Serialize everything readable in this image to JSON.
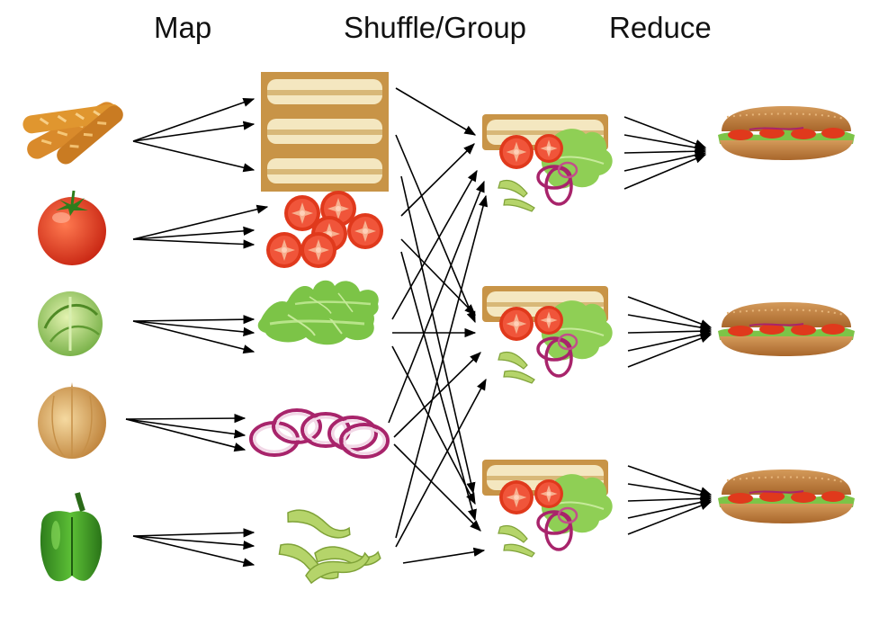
{
  "stages": {
    "map": "Map",
    "shuffle": "Shuffle/Group",
    "reduce": "Reduce"
  },
  "inputs": [
    {
      "name": "baguette-icon"
    },
    {
      "name": "tomato-icon"
    },
    {
      "name": "lettuce-icon"
    },
    {
      "name": "onion-icon"
    },
    {
      "name": "green-pepper-icon"
    }
  ],
  "mapped": [
    {
      "name": "sliced-bread-icon"
    },
    {
      "name": "sliced-tomato-icon"
    },
    {
      "name": "lettuce-leaves-icon"
    },
    {
      "name": "onion-rings-icon"
    },
    {
      "name": "pepper-strips-icon"
    }
  ],
  "groups": [
    {
      "name": "ingredient-group-icon"
    },
    {
      "name": "ingredient-group-icon"
    },
    {
      "name": "ingredient-group-icon"
    }
  ],
  "outputs": [
    {
      "name": "sandwich-icon"
    },
    {
      "name": "sandwich-icon"
    },
    {
      "name": "sandwich-icon"
    }
  ],
  "colors": {
    "bread": "#d9a35a",
    "crust": "#b8702e",
    "tomato": "#e0391c",
    "lettuce": "#7cc447",
    "onion_skin": "#d9a75a",
    "onion_ring": "#a8246b",
    "pepper": "#3c9a25",
    "pepper_strip": "#b5d46a",
    "arrow": "#000000"
  }
}
